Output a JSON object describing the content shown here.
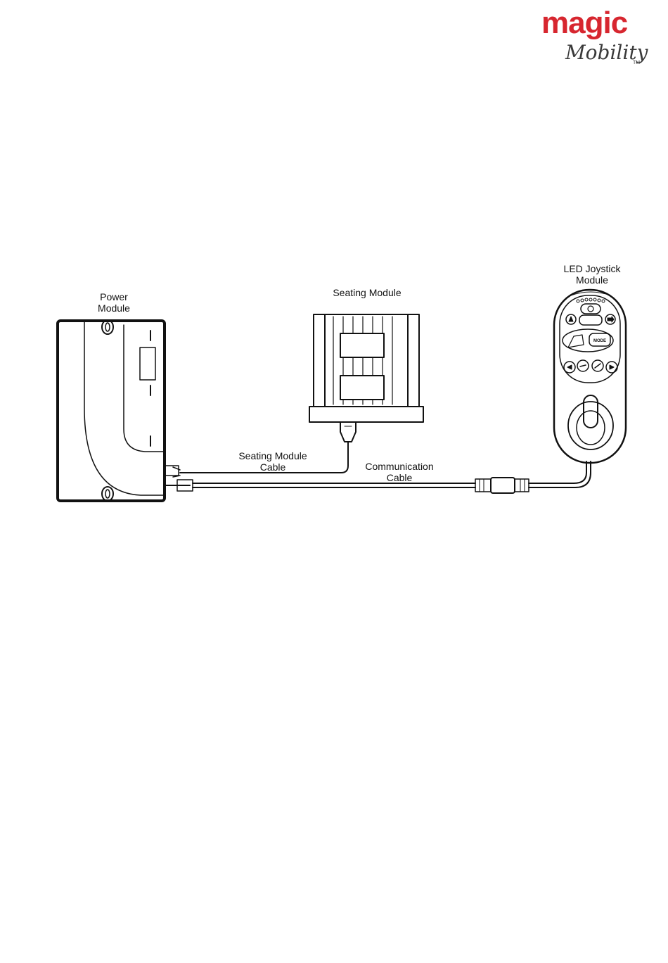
{
  "logo": {
    "brand": "magic",
    "sub": "Mobility",
    "tm": "TM"
  },
  "labels": {
    "power_module": [
      "Power",
      "Module"
    ],
    "seating_module": [
      "Seating Module"
    ],
    "joystick_module": [
      "LED Joystick",
      "Module"
    ],
    "seating_cable": [
      "Seating Module",
      "Cable"
    ],
    "communication_cable": [
      "Communication",
      "Cable"
    ],
    "mode_button": "MODE"
  },
  "colors": {
    "brand_red": "#d7262f",
    "line": "#111111"
  }
}
